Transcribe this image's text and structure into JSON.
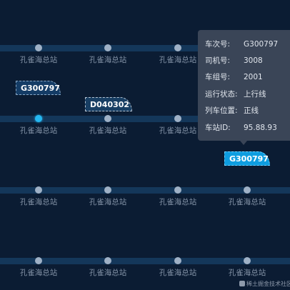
{
  "station_name": "孔雀海总站",
  "trains": {
    "t1": "G300797",
    "t2": "D040302",
    "t3": "G300797"
  },
  "tooltip": {
    "rows": [
      {
        "label": "车次号:",
        "value": "G300797"
      },
      {
        "label": "司机号:",
        "value": "3008"
      },
      {
        "label": "车组号:",
        "value": "2001"
      },
      {
        "label": "运行状态:",
        "value": "上行线"
      },
      {
        "label": "列车位置:",
        "value": "正线"
      },
      {
        "label": "车站ID:",
        "value": "95.88.93"
      }
    ]
  },
  "watermark": "稀土掘金技术社区",
  "colors": {
    "background": "#0b1c33",
    "track": "#14375a",
    "station_dot": "#9fb1c6",
    "active_dot": "#25b8f1",
    "tooltip_bg": "#3a4557",
    "train_highlight": "#0e9de0"
  }
}
